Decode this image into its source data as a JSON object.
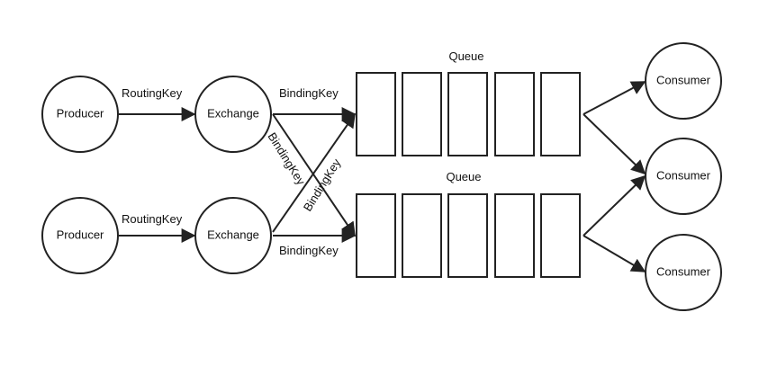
{
  "diagram": {
    "producers": [
      "Producer",
      "Producer"
    ],
    "exchanges": [
      "Exchange",
      "Exchange"
    ],
    "consumers": [
      "Consumer",
      "Consumer",
      "Consumer"
    ],
    "queues": [
      "Queue",
      "Queue"
    ],
    "routing_keys": [
      "RoutingKey",
      "RoutingKey"
    ],
    "binding_keys": {
      "top_horizontal": "BindingKey",
      "bottom_horizontal": "BindingKey",
      "diagonal_down": "BindingKey",
      "diagonal_up": "BindingKey"
    }
  }
}
